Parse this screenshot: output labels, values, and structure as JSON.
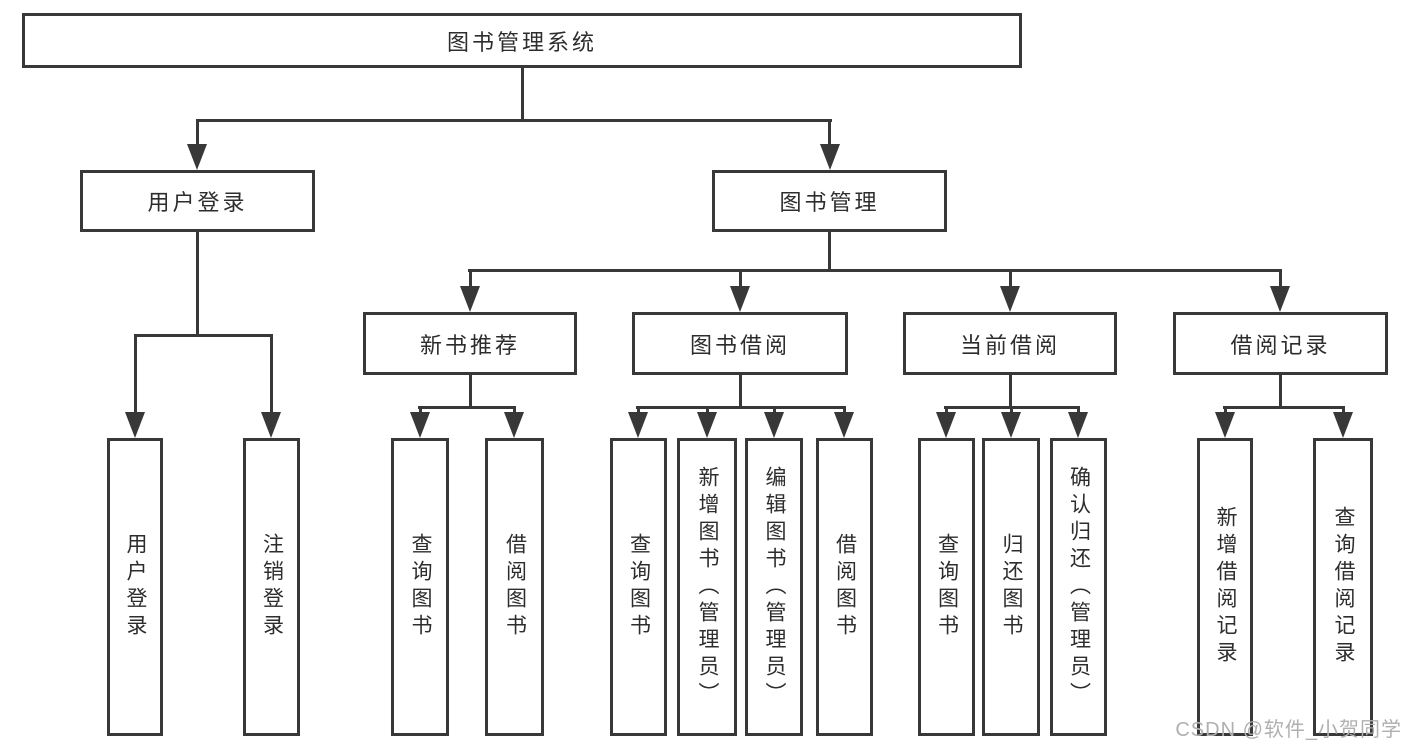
{
  "diagram": {
    "title": "图书管理系统",
    "root": {
      "label": "图书管理系统"
    },
    "branches": [
      {
        "label": "用户登录",
        "children": [
          {
            "label": "用户登录"
          },
          {
            "label": "注销登录"
          }
        ]
      },
      {
        "label": "图书管理",
        "children": [
          {
            "label": "新书推荐",
            "children": [
              {
                "label": "查询图书"
              },
              {
                "label": "借阅图书"
              }
            ]
          },
          {
            "label": "图书借阅",
            "children": [
              {
                "label": "查询图书"
              },
              {
                "label": "新增图书（管理员）"
              },
              {
                "label": "编辑图书（管理员）"
              },
              {
                "label": "借阅图书"
              }
            ]
          },
          {
            "label": "当前借阅",
            "children": [
              {
                "label": "查询图书"
              },
              {
                "label": "归还图书"
              },
              {
                "label": "确认归还（管理员）"
              }
            ]
          },
          {
            "label": "借阅记录",
            "children": [
              {
                "label": "新增借阅记录"
              },
              {
                "label": "查询借阅记录"
              }
            ]
          }
        ]
      }
    ]
  },
  "watermark": {
    "text": "CSDN @软件_小贺同学",
    "color": "#b0b0b0"
  },
  "colors": {
    "line": "#383838",
    "text": "#2d2d2d",
    "background": "#ffffff"
  }
}
